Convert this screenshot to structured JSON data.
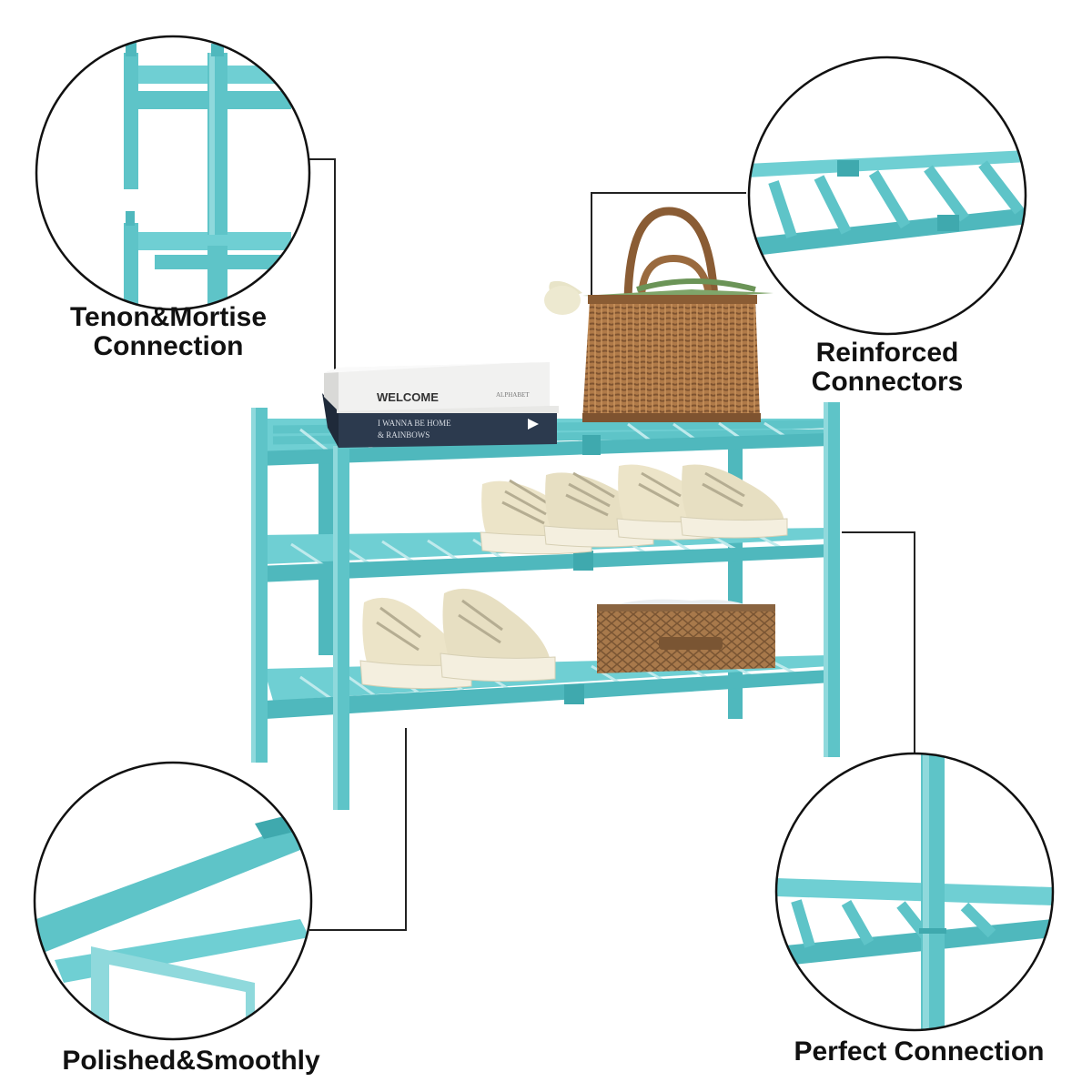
{
  "colors": {
    "rack": "#5ec4c8",
    "rack_dark": "#3fa9ae",
    "rack_light": "#8fd9dc",
    "wicker": "#b07a48",
    "wicker_dark": "#7e5330",
    "shoe": "#ece4c8",
    "shoe_sole": "#f4efdf",
    "book_white": "#f1f1f0",
    "book_navy": "#2c3a4e",
    "tulip": "#e8e4c8",
    "leaf": "#7fa56a",
    "leader_line": "#222222"
  },
  "callouts": {
    "top_left": {
      "line1": "Tenon&Mortise",
      "line2": "Connection"
    },
    "top_right": {
      "line1": "Reinforced",
      "line2": "Connectors"
    },
    "bottom_left": {
      "line1": "Polished&Smoothly"
    },
    "bottom_right": {
      "line1": "Perfect Connection"
    }
  },
  "props": {
    "book_top_title": "WELCOME",
    "book_top_small": "ALPHABET",
    "book_bottom_line1": "I WANNA BE HOME",
    "book_bottom_line2": "& RAINBOWS"
  },
  "icons": {
    "zoom_circles": "magnifier-circle",
    "shelf": "shoe-rack"
  }
}
